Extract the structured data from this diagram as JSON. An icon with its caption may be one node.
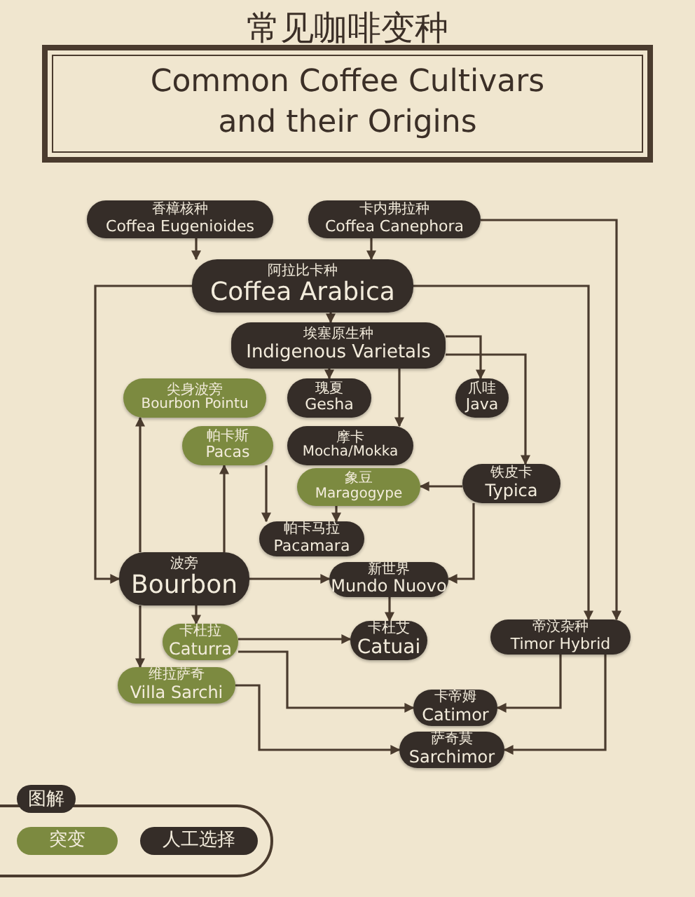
{
  "diagram": {
    "title": "常见咖啡变种",
    "nodes": [
      {
        "text": [
          "香樟核种",
          "Coffea Eugenioides"
        ]
      },
      {
        "text": [
          "卡内弗拉种",
          "Coffea Canephora"
        ]
      },
      {
        "text": [
          "阿拉比卡种",
          "Coffea Arabica"
        ]
      },
      {
        "text": [
          "埃塞原生种",
          "Indigenous Varietals"
        ]
      },
      {
        "text": [
          "尖身波旁",
          "Bourbon Pointu"
        ]
      },
      {
        "text": [
          "瑰夏",
          "Gesha"
        ]
      },
      {
        "text": [
          "爪哇",
          "Java"
        ]
      },
      {
        "text": [
          "帕卡斯",
          "Pacas"
        ]
      },
      {
        "text": [
          "摩卡",
          "Mocha/Mokka"
        ]
      },
      {
        "text": [
          "象豆",
          "Maragogype"
        ]
      },
      {
        "text": [
          "铁皮卡",
          "Typica"
        ]
      },
      {
        "text": [
          "帕卡马拉",
          "Pacamara"
        ]
      },
      {
        "text": [
          "波旁",
          "Bourbon"
        ]
      },
      {
        "text": [
          "新世界",
          "Mundo Nuovo"
        ]
      },
      {
        "text": [
          "卡杜拉",
          "Caturra"
        ]
      },
      {
        "text": [
          "卡杜艾",
          "Catuai"
        ]
      },
      {
        "text": [
          "帝汶杂种",
          "Timor Hybrid"
        ]
      },
      {
        "text": [
          "维拉萨奇",
          "Villa Sarchi"
        ]
      },
      {
        "text": [
          "卡帝姆",
          "Catimor"
        ]
      },
      {
        "text": [
          "萨奇莫",
          "Sarchimor"
        ]
      }
    ],
    "edges": [
      {
        "from": 0,
        "to": 2,
        "arrow": "to"
      },
      {
        "from": 1,
        "to": 2,
        "arrow": "to"
      },
      {
        "from": 2,
        "to": 3,
        "arrow": "to"
      },
      {
        "from": 2,
        "to": 12,
        "arrow": "to"
      },
      {
        "from": 2,
        "to": 16,
        "arrow": "to"
      },
      {
        "from": 1,
        "to": 16,
        "arrow": "to"
      },
      {
        "from": 3,
        "to": 5,
        "arrow": "to"
      },
      {
        "from": 3,
        "to": 6,
        "arrow": "to"
      },
      {
        "from": 3,
        "to": 8,
        "arrow": "to"
      },
      {
        "from": 3,
        "to": 10,
        "arrow": "to"
      },
      {
        "from": 12,
        "to": 4,
        "arrow": "to"
      },
      {
        "from": 12,
        "to": 7,
        "arrow": "to"
      },
      {
        "from": 10,
        "to": 9,
        "arrow": "to"
      },
      {
        "from": 7,
        "to": 11,
        "arrow": "to"
      },
      {
        "from": 9,
        "to": 11,
        "arrow": "to"
      },
      {
        "from": 12,
        "to": 13,
        "arrow": "to"
      },
      {
        "from": 10,
        "to": 13,
        "arrow": "to"
      },
      {
        "from": 12,
        "to": 14,
        "arrow": "to"
      },
      {
        "from": 12,
        "to": 17,
        "arrow": "to"
      },
      {
        "from": 14,
        "to": 15,
        "arrow": "to"
      },
      {
        "from": 13,
        "to": 15,
        "arrow": "to"
      },
      {
        "from": 14,
        "to": 18,
        "arrow": "to"
      },
      {
        "from": 16,
        "to": 18,
        "arrow": "to"
      },
      {
        "from": 17,
        "to": 19,
        "arrow": "to"
      },
      {
        "from": 16,
        "to": 19,
        "arrow": "to"
      }
    ],
    "labels": [
      "Common Coffee Cultivars and their Origins",
      "图解"
    ],
    "legend": [
      {
        "text": "突变",
        "color": "#7c8a40"
      },
      {
        "text": "人工选择",
        "color": "#352d28"
      }
    ]
  }
}
